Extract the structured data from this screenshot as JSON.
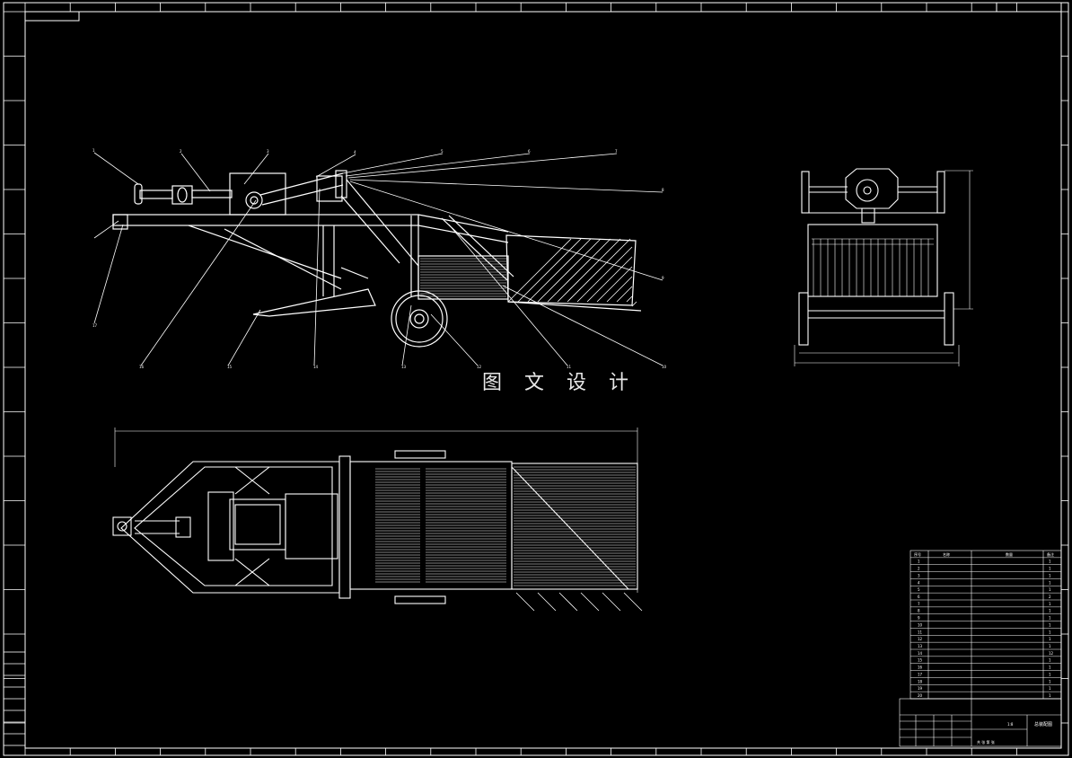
{
  "watermark": "图 文 设 计",
  "title_block": {
    "drawing_name": "总装配图",
    "scale": "1:8",
    "sheet": "共 张 第 张"
  },
  "parts_list": {
    "headers": [
      "序号",
      "名称",
      "数量",
      "备注"
    ],
    "rows": [
      {
        "no": "1",
        "qty": "1"
      },
      {
        "no": "2",
        "qty": "1"
      },
      {
        "no": "3",
        "qty": "1"
      },
      {
        "no": "4",
        "qty": "1"
      },
      {
        "no": "5",
        "qty": "1"
      },
      {
        "no": "6",
        "qty": "2"
      },
      {
        "no": "7",
        "qty": "1"
      },
      {
        "no": "8",
        "qty": "1"
      },
      {
        "no": "9",
        "qty": "1"
      },
      {
        "no": "10",
        "qty": "1"
      },
      {
        "no": "11",
        "qty": "1"
      },
      {
        "no": "12",
        "qty": "1"
      },
      {
        "no": "13",
        "qty": "1"
      },
      {
        "no": "14",
        "qty": "12"
      },
      {
        "no": "15",
        "qty": "1"
      },
      {
        "no": "16",
        "qty": "1"
      },
      {
        "no": "17",
        "qty": "1"
      },
      {
        "no": "18",
        "qty": "1"
      },
      {
        "no": "19",
        "qty": "1"
      },
      {
        "no": "20",
        "qty": "1"
      }
    ]
  },
  "callouts_side_view": [
    "1",
    "2",
    "3",
    "4",
    "5",
    "6",
    "7",
    "8",
    "9",
    "10",
    "11",
    "12",
    "13",
    "14",
    "15",
    "16",
    "17"
  ]
}
